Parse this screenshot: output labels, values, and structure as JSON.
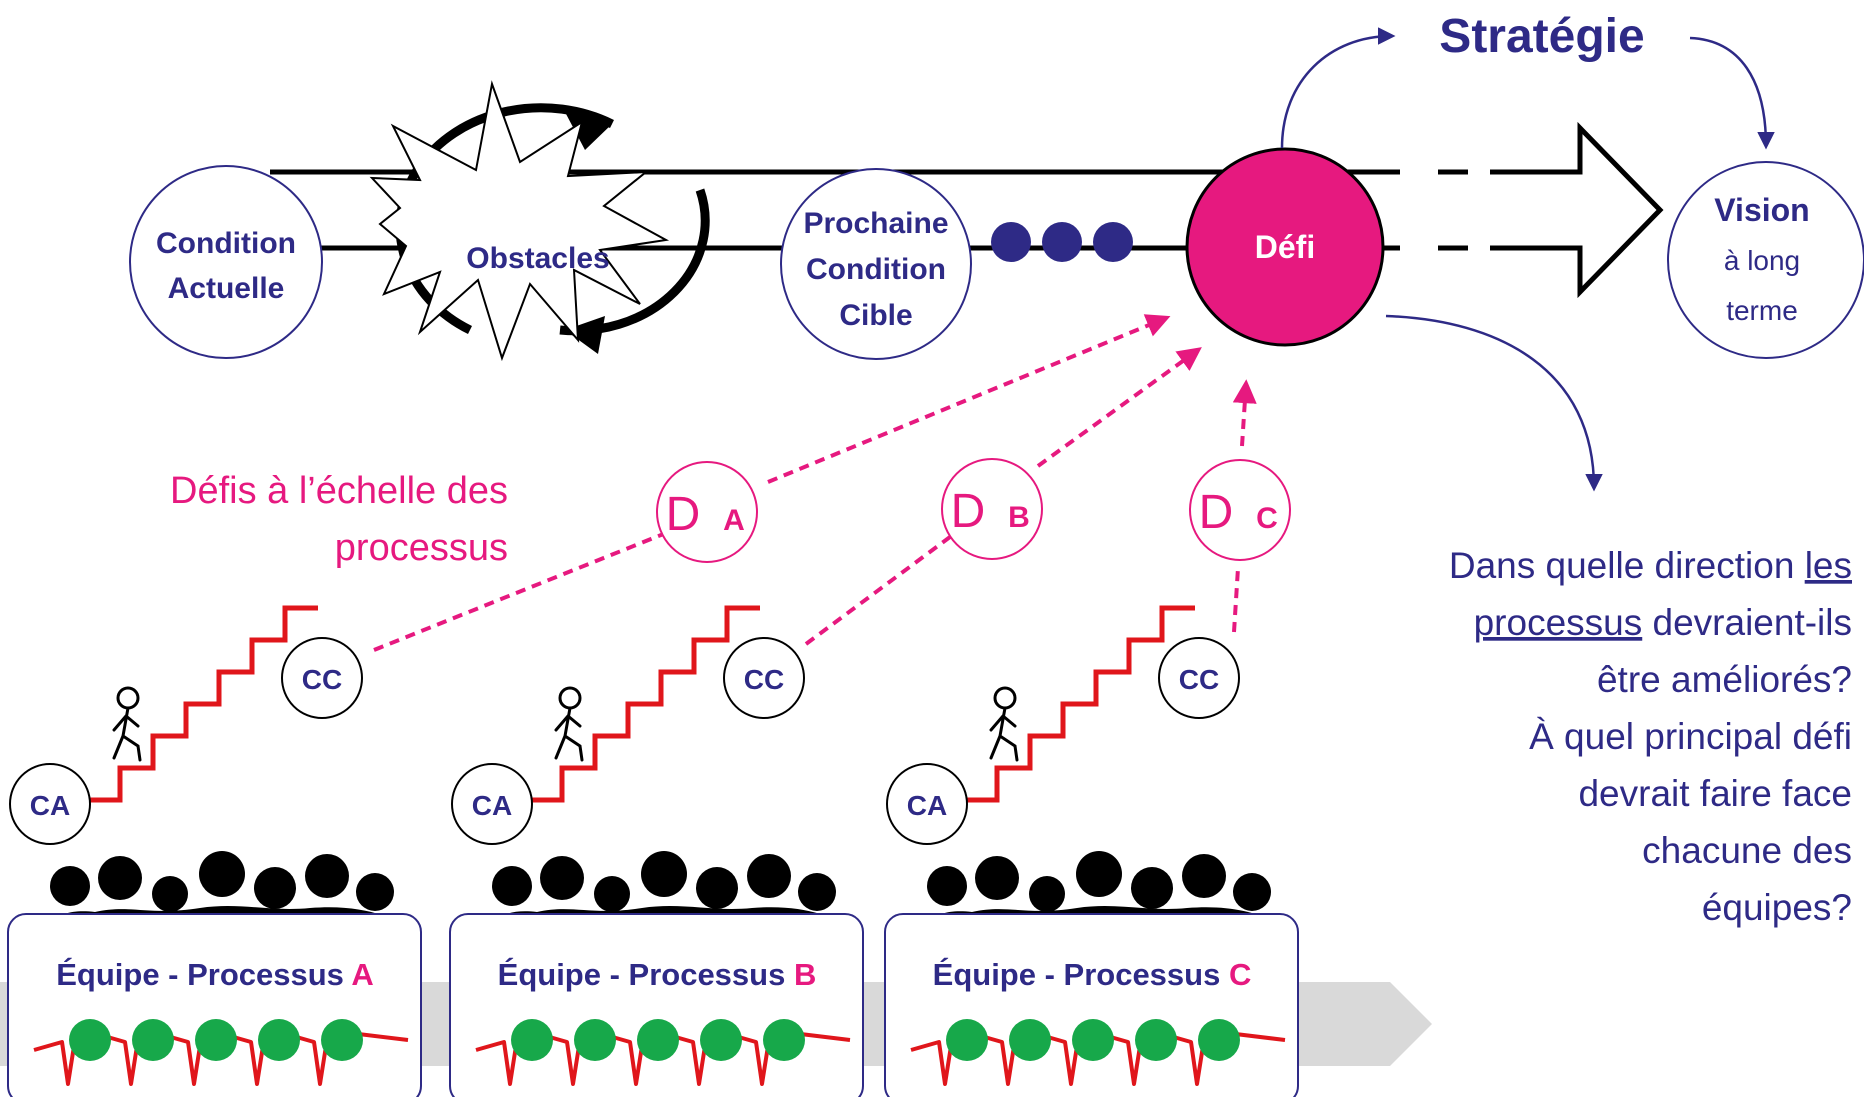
{
  "colors": {
    "navy": "#2e2a86",
    "magenta": "#e6197f",
    "stair_red": "#e0161b",
    "dot_green": "#17a84a",
    "grey_arrow": "#d9d9d9",
    "black": "#000000"
  },
  "top": {
    "strategy": "Stratégie",
    "current_condition": [
      "Condition",
      "Actuelle"
    ],
    "obstacles": "Obstacles",
    "next_target": [
      "Prochaine",
      "Condition",
      "Cible"
    ],
    "challenge": "Défi",
    "vision": [
      "Vision",
      "à long",
      "terme"
    ]
  },
  "process_level_label": [
    "Défis à l’échelle des",
    "processus"
  ],
  "process_challenges": [
    {
      "letter": "D",
      "sub": "A"
    },
    {
      "letter": "D",
      "sub": "B"
    },
    {
      "letter": "D",
      "sub": "C"
    }
  ],
  "question": {
    "line1_before": "Dans quelle direction ",
    "line1_underlined": "les",
    "line2_underlined": "processus",
    "line2_after": " devraient-ils",
    "line3": "être améliorés?",
    "line4": "À quel principal défi",
    "line5": "devrait faire face",
    "line6": "chacune des",
    "line7": "équipes?"
  },
  "teams": [
    {
      "ca": "CA",
      "cc": "CC",
      "title": "Équipe - Processus ",
      "letter": "A"
    },
    {
      "ca": "CA",
      "cc": "CC",
      "title": "Équipe - Processus ",
      "letter": "B"
    },
    {
      "ca": "CA",
      "cc": "CC",
      "title": "Équipe - Processus ",
      "letter": "C"
    }
  ]
}
